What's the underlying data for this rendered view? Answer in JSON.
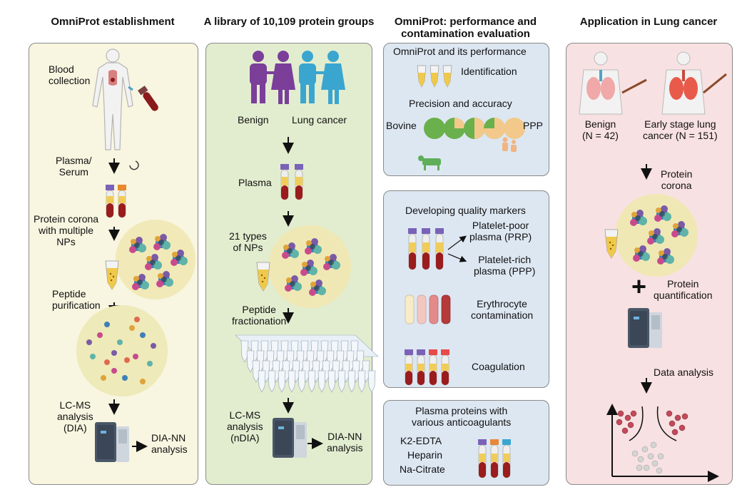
{
  "columns": [
    {
      "title": "OmniProt establishment"
    },
    {
      "title": "A library of 10,109 protein groups"
    },
    {
      "title_line1": "OmniProt: performance and",
      "title_line2": "contamination evaluation"
    },
    {
      "title": "Application in Lung cancer"
    }
  ],
  "panel1": {
    "blood_1": "Blood",
    "blood_2": "collection",
    "plasma_1": "Plasma/",
    "plasma_2": "Serum",
    "corona_1": "Protein corona",
    "corona_2": "with multiple",
    "corona_3": "NPs",
    "peptide_1": "Peptide",
    "peptide_2": "purification",
    "lcms_1": "LC-MS",
    "lcms_2": "analysis",
    "lcms_3": "(DIA)",
    "dia_1": "DIA-NN",
    "dia_2": "analysis"
  },
  "panel2": {
    "benign": "Benign",
    "lung_cancer": "Lung cancer",
    "plasma": "Plasma",
    "nps_1": "21 types",
    "nps_2": "of NPs",
    "frac_1": "Peptide",
    "frac_2": "fractionation",
    "lcms_1": "LC-MS",
    "lcms_2": "analysis",
    "lcms_3": "(nDIA)",
    "dia_1": "DIA-NN",
    "dia_2": "analysis"
  },
  "panel3a": {
    "title": "OmniProt and its performance",
    "identification": "Identification",
    "precision": "Precision and  accuracy",
    "bovine": "Bovine",
    "ppp": "PPP",
    "pie_fractions": [
      0,
      0.25,
      0.5,
      0.75,
      1
    ],
    "colors": {
      "bovine": "#6ab04c",
      "human": "#f3c98b"
    }
  },
  "panel3b": {
    "title": "Developing quality markers",
    "prp_1": "Platelet-poor",
    "prp_2": "plasma (PRP)",
    "ppp_1": "Platelet-rich",
    "ppp_2": "plasma (PPP)",
    "ery_1": "Erythrocyte",
    "ery_2": "contamination",
    "coag": "Coagulation"
  },
  "panel3c": {
    "title_1": "Plasma proteins with",
    "title_2": "various anticoagulants",
    "k2": "K2-EDTA",
    "heparin": "Heparin",
    "citrate": "Na-Citrate"
  },
  "panel4": {
    "benign_1": "Benign",
    "benign_2": "(N = 42)",
    "cancer_1": "Early stage lung",
    "cancer_2": "cancer (N = 151)",
    "corona_1": "Protein",
    "corona_2": "corona",
    "plus": "+",
    "quant_1": "Protein",
    "quant_2": "quantification",
    "data": "Data analysis"
  }
}
